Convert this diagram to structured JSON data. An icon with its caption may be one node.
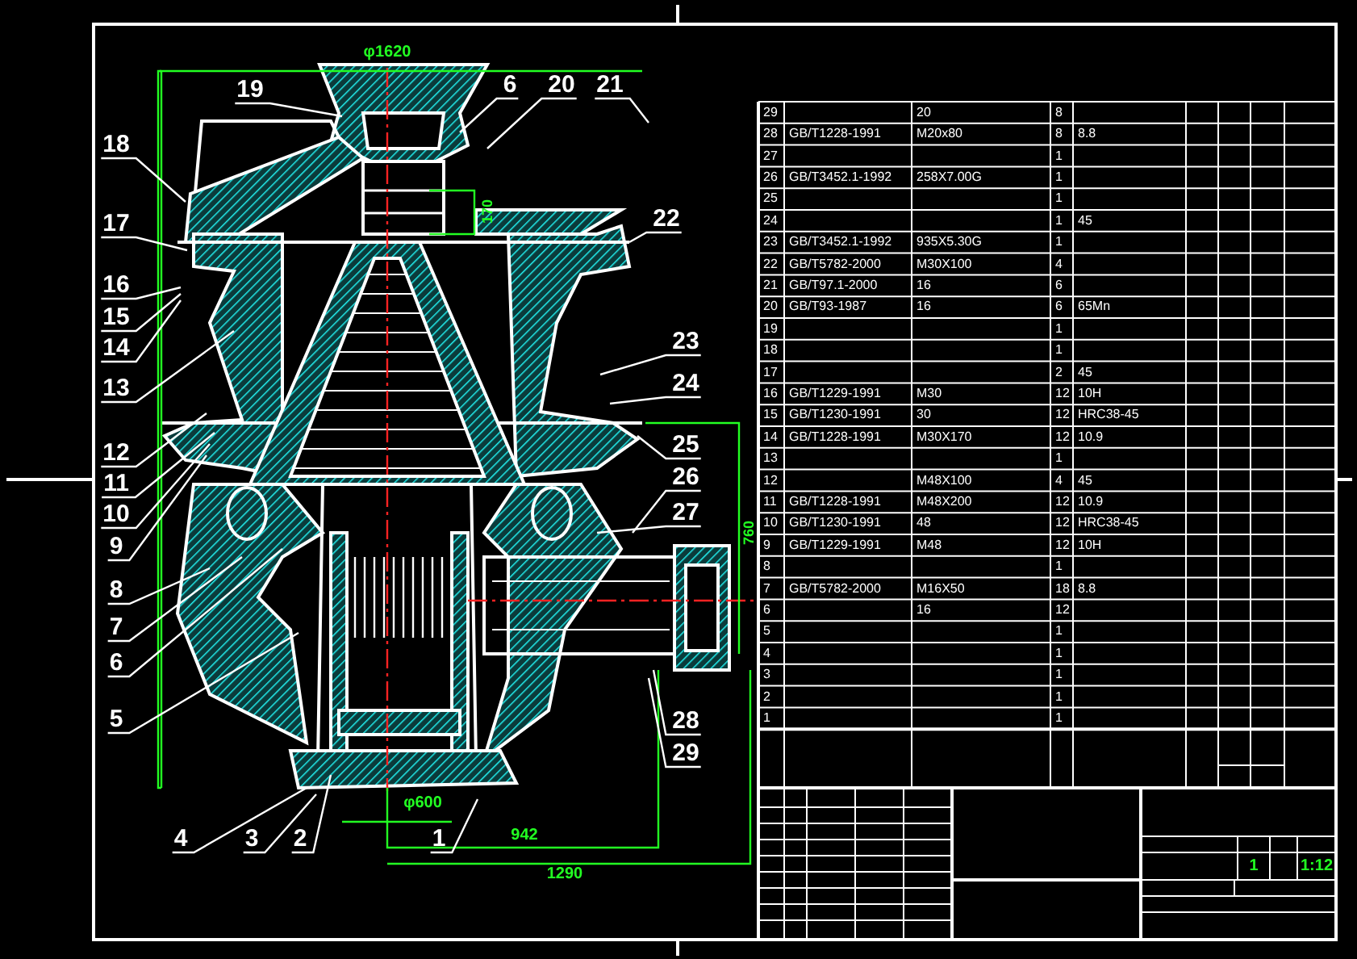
{
  "diagram": {
    "nodes": [
      {
        "text": [
          "19"
        ]
      },
      {
        "text": [
          "6"
        ]
      },
      {
        "text": [
          "20"
        ]
      },
      {
        "text": [
          "21"
        ]
      },
      {
        "text": [
          "18"
        ]
      },
      {
        "text": [
          "17"
        ]
      },
      {
        "text": [
          "16"
        ]
      },
      {
        "text": [
          "15"
        ]
      },
      {
        "text": [
          "14"
        ]
      },
      {
        "text": [
          "13"
        ]
      },
      {
        "text": [
          "12"
        ]
      },
      {
        "text": [
          "11"
        ]
      },
      {
        "text": [
          "10"
        ]
      },
      {
        "text": [
          "9"
        ]
      },
      {
        "text": [
          "8"
        ]
      },
      {
        "text": [
          "7"
        ]
      },
      {
        "text": [
          "6"
        ]
      },
      {
        "text": [
          "5"
        ]
      },
      {
        "text": [
          "4"
        ]
      },
      {
        "text": [
          "3"
        ]
      },
      {
        "text": [
          "2"
        ]
      },
      {
        "text": [
          "1"
        ]
      },
      {
        "text": [
          "22"
        ]
      },
      {
        "text": [
          "23"
        ]
      },
      {
        "text": [
          "24"
        ]
      },
      {
        "text": [
          "25"
        ]
      },
      {
        "text": [
          "26"
        ]
      },
      {
        "text": [
          "27"
        ]
      },
      {
        "text": [
          "28"
        ]
      },
      {
        "text": [
          "29"
        ]
      }
    ],
    "edges": [
      {
        "from": 0,
        "to": null,
        "arrow": "none"
      },
      {
        "from": 1,
        "to": null,
        "arrow": "none"
      },
      {
        "from": 2,
        "to": null,
        "arrow": "none"
      },
      {
        "from": 3,
        "to": null,
        "arrow": "none"
      },
      {
        "from": 4,
        "to": null,
        "arrow": "none"
      },
      {
        "from": 5,
        "to": null,
        "arrow": "none"
      },
      {
        "from": 6,
        "to": null,
        "arrow": "none"
      },
      {
        "from": 7,
        "to": null,
        "arrow": "none"
      },
      {
        "from": 8,
        "to": null,
        "arrow": "none"
      },
      {
        "from": 9,
        "to": null,
        "arrow": "none"
      },
      {
        "from": 10,
        "to": null,
        "arrow": "none"
      },
      {
        "from": 11,
        "to": null,
        "arrow": "none"
      },
      {
        "from": 12,
        "to": null,
        "arrow": "none"
      },
      {
        "from": 13,
        "to": null,
        "arrow": "none"
      },
      {
        "from": 14,
        "to": null,
        "arrow": "none"
      },
      {
        "from": 15,
        "to": null,
        "arrow": "none"
      },
      {
        "from": 16,
        "to": null,
        "arrow": "none"
      },
      {
        "from": 17,
        "to": null,
        "arrow": "none"
      },
      {
        "from": 18,
        "to": null,
        "arrow": "none"
      },
      {
        "from": 19,
        "to": null,
        "arrow": "none"
      },
      {
        "from": 20,
        "to": null,
        "arrow": "none"
      },
      {
        "from": 21,
        "to": null,
        "arrow": "none"
      },
      {
        "from": 22,
        "to": null,
        "arrow": "none"
      },
      {
        "from": 23,
        "to": null,
        "arrow": "none"
      },
      {
        "from": 24,
        "to": null,
        "arrow": "none"
      },
      {
        "from": 25,
        "to": null,
        "arrow": "none"
      },
      {
        "from": 26,
        "to": null,
        "arrow": "none"
      },
      {
        "from": 27,
        "to": null,
        "arrow": "none"
      },
      {
        "from": 28,
        "to": null,
        "arrow": "none"
      },
      {
        "from": 29,
        "to": null,
        "arrow": "none"
      }
    ],
    "labels": [
      "φ1620",
      "170",
      "760",
      "942",
      "1290",
      "φ600",
      "29",
      "20",
      "8",
      "28",
      "GB/T1228-1991",
      "M20x80",
      "8",
      "8.8",
      "27",
      "1",
      "26",
      "GB/T3452.1-1992",
      "258X7.00G",
      "1",
      "25",
      "1",
      "24",
      "1",
      "45",
      "23",
      "GB/T3452.1-1992",
      "935X5.30G",
      "1",
      "22",
      "GB/T5782-2000",
      "M30X100",
      "4",
      "21",
      "GB/T97.1-2000",
      "16",
      "6",
      "20",
      "GB/T93-1987",
      "16",
      "6",
      "65Mn",
      "19",
      "1",
      "18",
      "1",
      "17",
      "2",
      "45",
      "16",
      "GB/T1229-1991",
      "M30",
      "12",
      "10H",
      "15",
      "GB/T1230-1991",
      "30",
      "12",
      "HRC38-45",
      "14",
      "GB/T1228-1991",
      "M30X170",
      "12",
      "10.9",
      "13",
      "1",
      "12",
      "M48X100",
      "4",
      "45",
      "11",
      "GB/T1228-1991",
      "M48X200",
      "12",
      "10.9",
      "10",
      "GB/T1230-1991",
      "48",
      "12",
      "HRC38-45",
      "9",
      "GB/T1229-1991",
      "M48",
      "12",
      "10H",
      "8",
      "1",
      "7",
      "GB/T5782-2000",
      "M16X50",
      "18",
      "8.8",
      "6",
      "16",
      "12",
      "5",
      "1",
      "4",
      "1",
      "3",
      "1",
      "2",
      "1",
      "1",
      "1",
      "1",
      "1:12"
    ]
  }
}
